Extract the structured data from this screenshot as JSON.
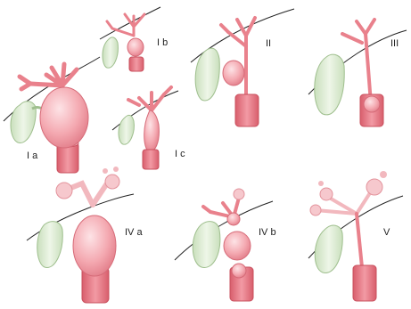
{
  "labels": {
    "ia": "I a",
    "ib": "I b",
    "ic": "I c",
    "ii": "II",
    "iii": "III",
    "iva": "IV a",
    "ivb": "IV b",
    "v": "V"
  },
  "colors": {
    "duct": "#e9818c",
    "duct_light": "#f2b8be",
    "cyst": "#f4a9b1",
    "cyst_highlight": "#fde3e6",
    "duodenum": "#e36f7c",
    "gallbladder": "#dcebd2",
    "gallbladder_stroke": "#9fbf8e",
    "liver_line": "#222222"
  }
}
